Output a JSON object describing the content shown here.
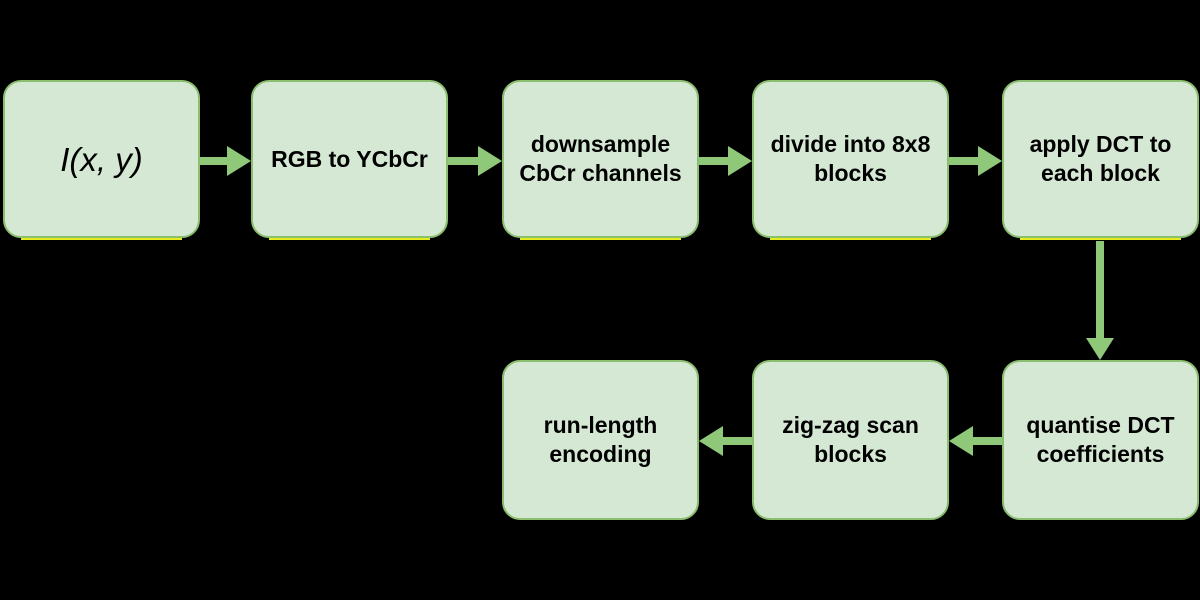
{
  "diagram": {
    "title_hint": "JPEG compression pipeline flowchart",
    "colors": {
      "background": "#000000",
      "node_fill": "#d5e8d4",
      "node_border": "#8cbe70",
      "arrow": "#8fc878",
      "underline_artifact": "#e6ed1c",
      "text": "#000000"
    },
    "nodes": [
      {
        "id": "input-image",
        "label": "I(x, y)",
        "row": 1,
        "col": 1,
        "style": "italic"
      },
      {
        "id": "rgb-to-ycbcr",
        "label": "RGB to YCbCr",
        "row": 1,
        "col": 2,
        "style": "bold"
      },
      {
        "id": "downsample",
        "label": "downsample CbCr channels",
        "row": 1,
        "col": 3,
        "style": "bold"
      },
      {
        "id": "divide-blocks",
        "label": "divide into 8x8 blocks",
        "row": 1,
        "col": 4,
        "style": "bold"
      },
      {
        "id": "apply-dct",
        "label": "apply DCT to each block",
        "row": 1,
        "col": 5,
        "style": "bold"
      },
      {
        "id": "quantise",
        "label": "quantise DCT coefficients",
        "row": 2,
        "col": 5,
        "style": "bold"
      },
      {
        "id": "zigzag",
        "label": "zig-zag scan blocks",
        "row": 2,
        "col": 4,
        "style": "bold"
      },
      {
        "id": "run-length",
        "label": "run-length encoding",
        "row": 2,
        "col": 3,
        "style": "bold"
      }
    ],
    "edges": [
      {
        "from": "input-image",
        "to": "rgb-to-ycbcr",
        "direction": "right"
      },
      {
        "from": "rgb-to-ycbcr",
        "to": "downsample",
        "direction": "right"
      },
      {
        "from": "downsample",
        "to": "divide-blocks",
        "direction": "right"
      },
      {
        "from": "divide-blocks",
        "to": "apply-dct",
        "direction": "right"
      },
      {
        "from": "apply-dct",
        "to": "quantise",
        "direction": "down"
      },
      {
        "from": "quantise",
        "to": "zigzag",
        "direction": "left"
      },
      {
        "from": "zigzag",
        "to": "run-length",
        "direction": "left"
      }
    ]
  }
}
